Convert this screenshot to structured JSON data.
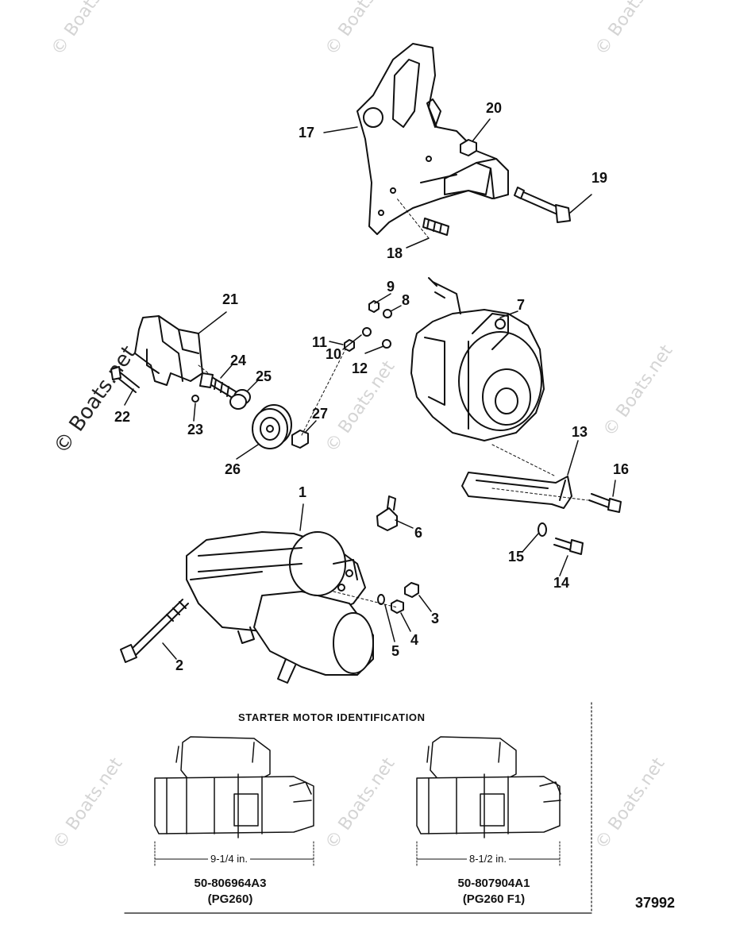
{
  "callouts": {
    "n1": "1",
    "n2": "2",
    "n3": "3",
    "n4": "4",
    "n5": "5",
    "n6": "6",
    "n7": "7",
    "n8": "8",
    "n9": "9",
    "n10": "10",
    "n11": "11",
    "n12": "12",
    "n13": "13",
    "n14": "14",
    "n15": "15",
    "n16": "16",
    "n17": "17",
    "n18": "18",
    "n19": "19",
    "n20": "20",
    "n21": "21",
    "n22": "22",
    "n23": "23",
    "n24": "24",
    "n25": "25",
    "n26": "26",
    "n27": "27"
  },
  "watermark": "© Boats.net",
  "identification": {
    "title": "STARTER MOTOR IDENTIFICATION",
    "left": {
      "length": "9-1/4 in.",
      "part_number": "50-806964A3",
      "model": "(PG260)"
    },
    "right": {
      "length": "8-1/2 in.",
      "part_number": "50-807904A1",
      "model": "(PG260 F1)"
    }
  },
  "figure_number": "37992"
}
